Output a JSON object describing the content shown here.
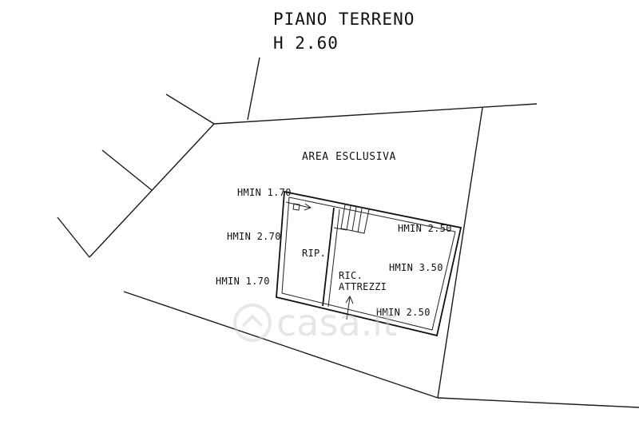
{
  "title": {
    "line1": "PIANO TERRENO",
    "line2": "H 2.60"
  },
  "labels": {
    "area": "AREA ESCLUSIVA",
    "room_storage": "RIP.",
    "room_tools_line1": "RIC.",
    "room_tools_line2": "ATTREZZI"
  },
  "heights": {
    "left_top": "HMIN 1.70",
    "left_mid": "HMIN 2.70",
    "left_bottom": "HMIN 1.70",
    "right_top": "HMIN 2.50",
    "right_mid": "HMIN 3.50",
    "right_bottom": "HMIN 2.50"
  },
  "watermark": "casa.it"
}
